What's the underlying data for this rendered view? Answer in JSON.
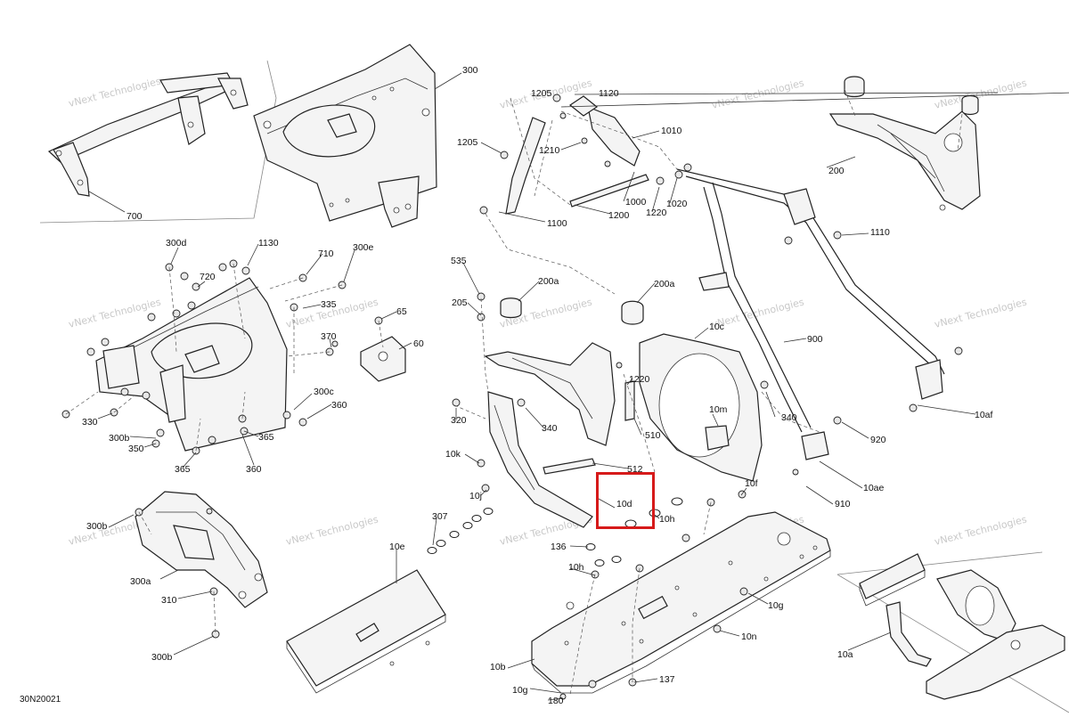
{
  "document_code": "30N20021",
  "watermark": "vNext Technologies",
  "highlight_color": "#d61a1a",
  "highlighted_callout": "10d",
  "callouts": {
    "c700": "700",
    "c300": "300",
    "c1205a": "1205",
    "c1120": "1120",
    "c1205b": "1205",
    "c1010": "1010",
    "c1210": "1210",
    "c1100": "1100",
    "c1000": "1000",
    "c1220": "1220",
    "c1020": "1020",
    "c1200": "1200",
    "c200": "200",
    "c1110": "1110",
    "c300d": "300d",
    "c1130": "1130",
    "c710": "710",
    "c300e": "300e",
    "c720": "720",
    "c335": "335",
    "c65": "65",
    "c370": "370",
    "c60": "60",
    "c300c": "300c",
    "c360a": "360",
    "c330": "330",
    "c300b_a": "300b",
    "c350": "350",
    "c365a": "365",
    "c365b": "365",
    "c360b": "360",
    "c535": "535",
    "c200a_a": "200a",
    "c200a_b": "200a",
    "c205": "205",
    "c10c": "10c",
    "c900": "900",
    "c1220b": "1220",
    "c320": "320",
    "c340a": "340",
    "c510": "510",
    "c10m": "10m",
    "c340b": "340",
    "c10af": "10af",
    "c920": "920",
    "c10k": "10k",
    "c512": "512",
    "c10j": "10j",
    "c10d": "10d",
    "c10f": "10f",
    "c10ae": "10ae",
    "c910": "910",
    "c10h_a": "10h",
    "c300b_b": "300b",
    "c307": "307",
    "c10e": "10e",
    "c136": "136",
    "c10h_b": "10h",
    "c300a": "300a",
    "c310": "310",
    "c10g_a": "10g",
    "c10n": "10n",
    "c10a": "10a",
    "c300b_c": "300b",
    "c10b": "10b",
    "c137": "137",
    "c10g_b": "10g",
    "c180": "180"
  }
}
